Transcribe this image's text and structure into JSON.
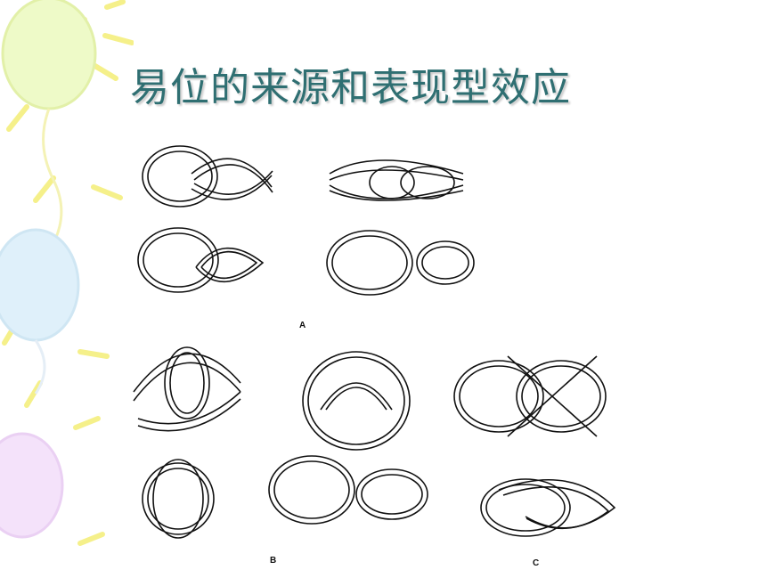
{
  "slide": {
    "title": "易位的来源和表现型效应"
  },
  "figure": {
    "panel_labels": [
      "A",
      "B",
      "C"
    ]
  },
  "colors": {
    "title": "#2f6f72",
    "balloon_green": "#e6f7b0",
    "balloon_blue": "#cfe9f7",
    "balloon_purple": "#f0d9f7",
    "ray_yellow": "#f5f08a"
  }
}
